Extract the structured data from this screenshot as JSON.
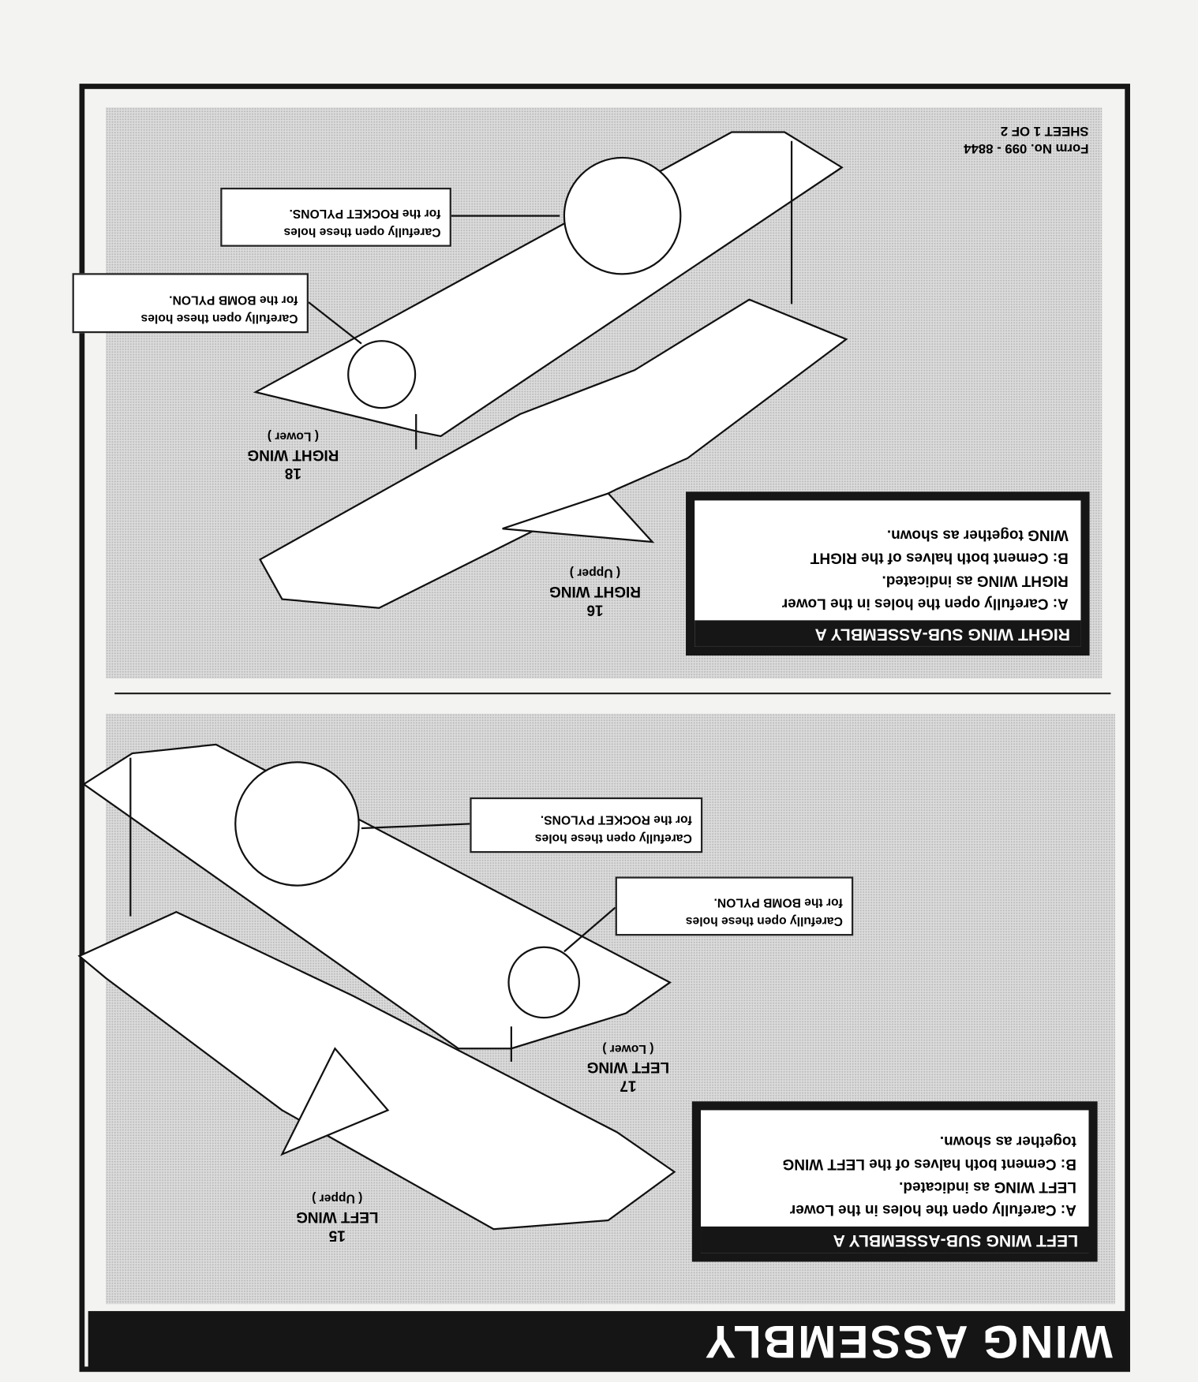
{
  "page_title": "WING ASSEMBLY",
  "form": {
    "number": "Form No. 099 - 8844",
    "sheet": "SHEET 1 OF 2"
  },
  "right_wing_section": {
    "heading": "RIGHT WING SUB-ASSEMBLY A",
    "lines": [
      "A: Carefully open the holes in the Lower",
      "RIGHT WING as indicated.",
      "B: Cement both halves of the RIGHT",
      "WING together as shown."
    ],
    "parts": [
      {
        "number": "16",
        "name": "RIGHT WING",
        "side": "( Upper )"
      },
      {
        "number": "18",
        "name": "RIGHT WING",
        "side": "( Lower )"
      }
    ],
    "callouts": {
      "rocket": [
        "Carefully open these holes",
        "for the ROCKET PYLONS."
      ],
      "bomb": [
        "Carefully open these holes",
        "for the BOMB PYLON."
      ]
    }
  },
  "left_wing_section": {
    "heading": "LEFT WING SUB-ASSEMBLY A",
    "lines": [
      "A: Carefully open the holes in the Lower",
      "LEFT WING as indicated.",
      "B: Cement both halves of the LEFT WING",
      "together as shown."
    ],
    "parts": [
      {
        "number": "15",
        "name": "LEFT WING",
        "side": "( Upper )"
      },
      {
        "number": "17",
        "name": "LEFT WING",
        "side": "( Lower )"
      }
    ],
    "callouts": {
      "rocket": [
        "Carefully open these holes",
        "for the ROCKET PYLONS."
      ],
      "bomb": [
        "Carefully open these holes",
        "for the BOMB PYLON."
      ]
    }
  }
}
